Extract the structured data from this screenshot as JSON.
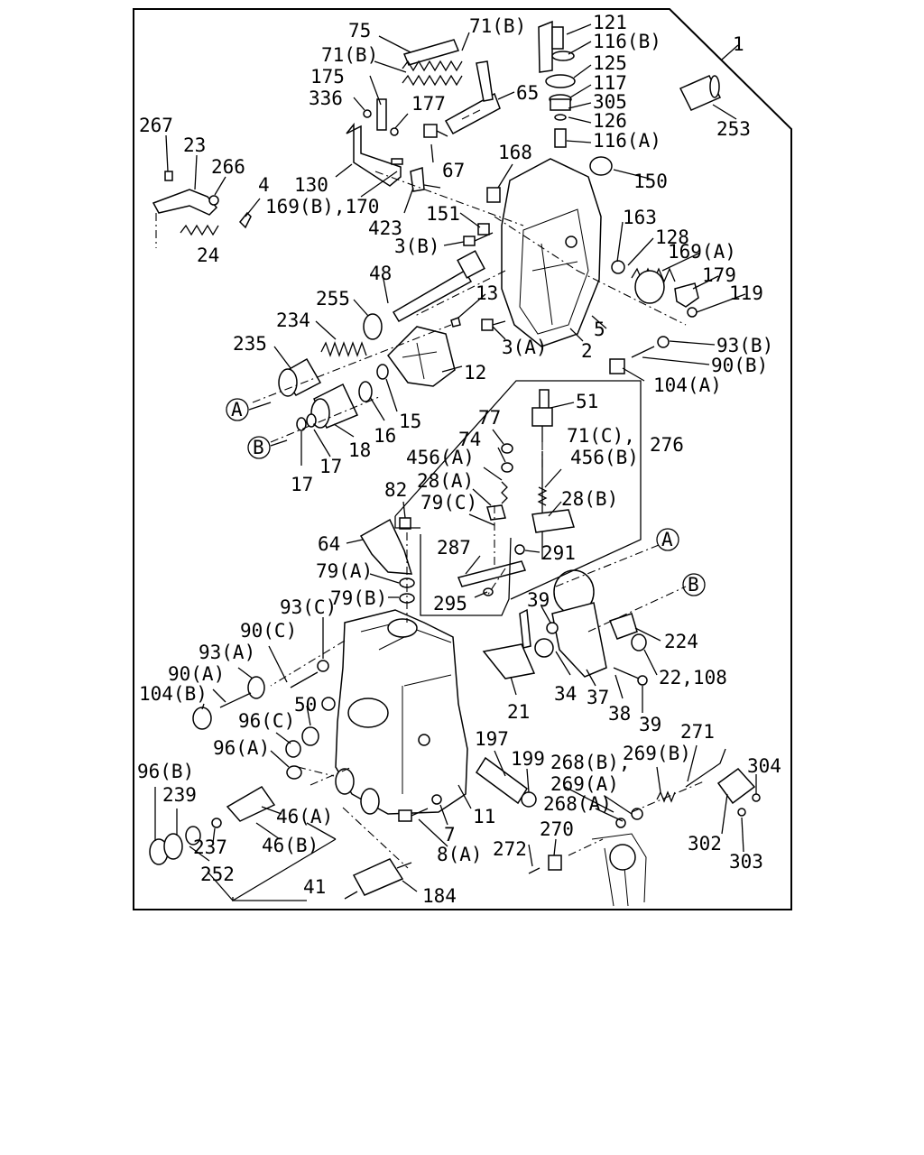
{
  "labels": {
    "l1": "1",
    "l75": "75",
    "l71b_a": "71(B)",
    "l71b_b": "71(B)",
    "l121": "121",
    "l116b": "116(B)",
    "l175": "175",
    "l336": "336",
    "l177": "177",
    "l65": "65",
    "l125": "125",
    "l117": "117",
    "l305": "305",
    "l126": "126",
    "l116a": "116(A)",
    "l253": "253",
    "l267": "267",
    "l23": "23",
    "l266": "266",
    "l130": "130",
    "l4": "4",
    "l16970": "169(B),170",
    "l67": "67",
    "l168": "168",
    "l150": "150",
    "l423": "423",
    "l151": "151",
    "l3b": "3(B)",
    "l24": "24",
    "l163": "163",
    "l128": "128",
    "l169a": "169(A)",
    "l179": "179",
    "l119": "119",
    "l48": "48",
    "l13": "13",
    "l255": "255",
    "l234": "234",
    "l235": "235",
    "l3a": "3(A)",
    "l5": "5",
    "l2": "2",
    "l93b": "93(B)",
    "l90b": "90(B)",
    "l104a": "104(A)",
    "l12": "12",
    "lA1": "A",
    "lB1": "B",
    "l15": "15",
    "l16": "16",
    "l18": "18",
    "l17a": "17",
    "l17b": "17",
    "l51": "51",
    "l77": "77",
    "l74": "74",
    "l276": "276",
    "l71c": "71(C),",
    "l456a": "456(A)",
    "l456b": "456(B)",
    "l28a": "28(A)",
    "l28b": "28(B)",
    "l79c": "79(C)",
    "l82": "82",
    "l64": "64",
    "l287": "287",
    "l291": "291",
    "lA2": "A",
    "l79a": "79(A)",
    "l79b": "79(B)",
    "l295": "295",
    "lB2": "B",
    "l39a": "39",
    "l224": "224",
    "l93c": "93(C)",
    "l90c": "90(C)",
    "l93a": "93(A)",
    "l90a": "90(A)",
    "l104b": "104(B)",
    "l50": "50",
    "l34": "34",
    "l22108": "22,108",
    "l21": "21",
    "l37": "37",
    "l38": "38",
    "l39b": "39",
    "l96c": "96(C)",
    "l96a": "96(A)",
    "l197": "197",
    "l199": "199",
    "l268b": "268(B),",
    "l269b": "269(B)",
    "l271": "271",
    "l96b": "96(B)",
    "l239": "239",
    "l269a": "269(A)",
    "l304": "304",
    "l46a": "46(A)",
    "l268a": "268(A)",
    "l11": "11",
    "l7": "7",
    "l237": "237",
    "l46b": "46(B)",
    "l8a": "8(A)",
    "l270": "270",
    "l302": "302",
    "l272": "272",
    "l303": "303",
    "l252": "252",
    "l41": "41",
    "l184": "184"
  }
}
